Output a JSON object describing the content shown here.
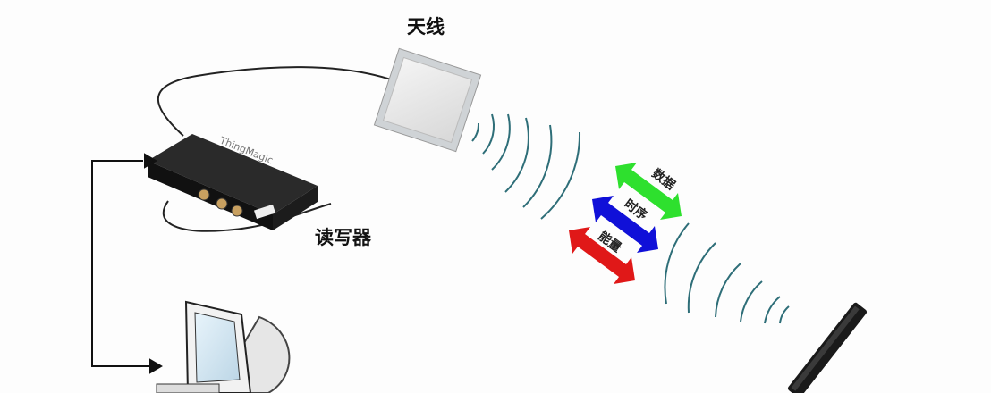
{
  "labels": {
    "antenna": "天线",
    "reader": "读写器",
    "data": "数据",
    "timing": "时序",
    "energy": "能量"
  },
  "reader_logo": "ThingMagic",
  "colors": {
    "data_arrow": "#2ee02e",
    "timing_arrow": "#1010d8",
    "energy_arrow": "#e01818",
    "waves": "#2e6e78"
  }
}
